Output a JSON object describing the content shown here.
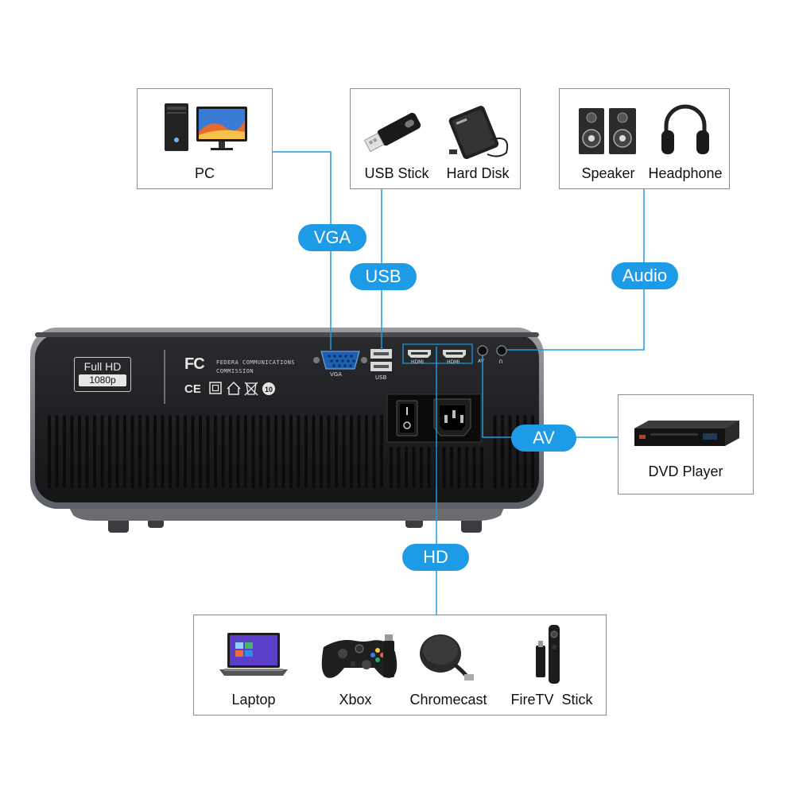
{
  "colors": {
    "accent": "#1e9be6",
    "projector_body": "#1b1c1e",
    "frame": "#7d8086"
  },
  "devices": {
    "pc": {
      "label": "PC",
      "icon": "desktop-computer-icon"
    },
    "usb_stick": {
      "label": "USB Stick",
      "icon": "usb-stick-icon"
    },
    "hard_disk": {
      "label": "Hard Disk",
      "icon": "hard-disk-icon"
    },
    "speaker": {
      "label": "Speaker",
      "icon": "speaker-icon"
    },
    "headphone": {
      "label": "Headphone",
      "icon": "headphone-icon"
    },
    "dvd_player": {
      "label": "DVD Player",
      "icon": "dvd-player-icon"
    },
    "laptop": {
      "label": "Laptop",
      "icon": "laptop-icon"
    },
    "xbox": {
      "label": "Xbox",
      "icon": "game-controller-icon"
    },
    "chromecast": {
      "label": "Chromecast",
      "icon": "chromecast-icon"
    },
    "firetv": {
      "label": "FireTV  Stick",
      "icon": "fire-tv-stick-icon"
    }
  },
  "connections": {
    "vga": "VGA",
    "usb": "USB",
    "audio": "Audio",
    "av": "AV",
    "hd": "HD"
  },
  "projector": {
    "badge_line1": "Full HD",
    "badge_line2": "1080p",
    "fc_mark": "FC",
    "fcc_line1": "FEDERA COMMUNICATIONS",
    "fcc_line2": "COMMISSION",
    "port_vga": "VGA",
    "port_usb": "USB",
    "port_hdmi1": "HDMI",
    "port_hdmi2": "HDMI",
    "port_av": "AV",
    "port_headphone": "∩"
  }
}
